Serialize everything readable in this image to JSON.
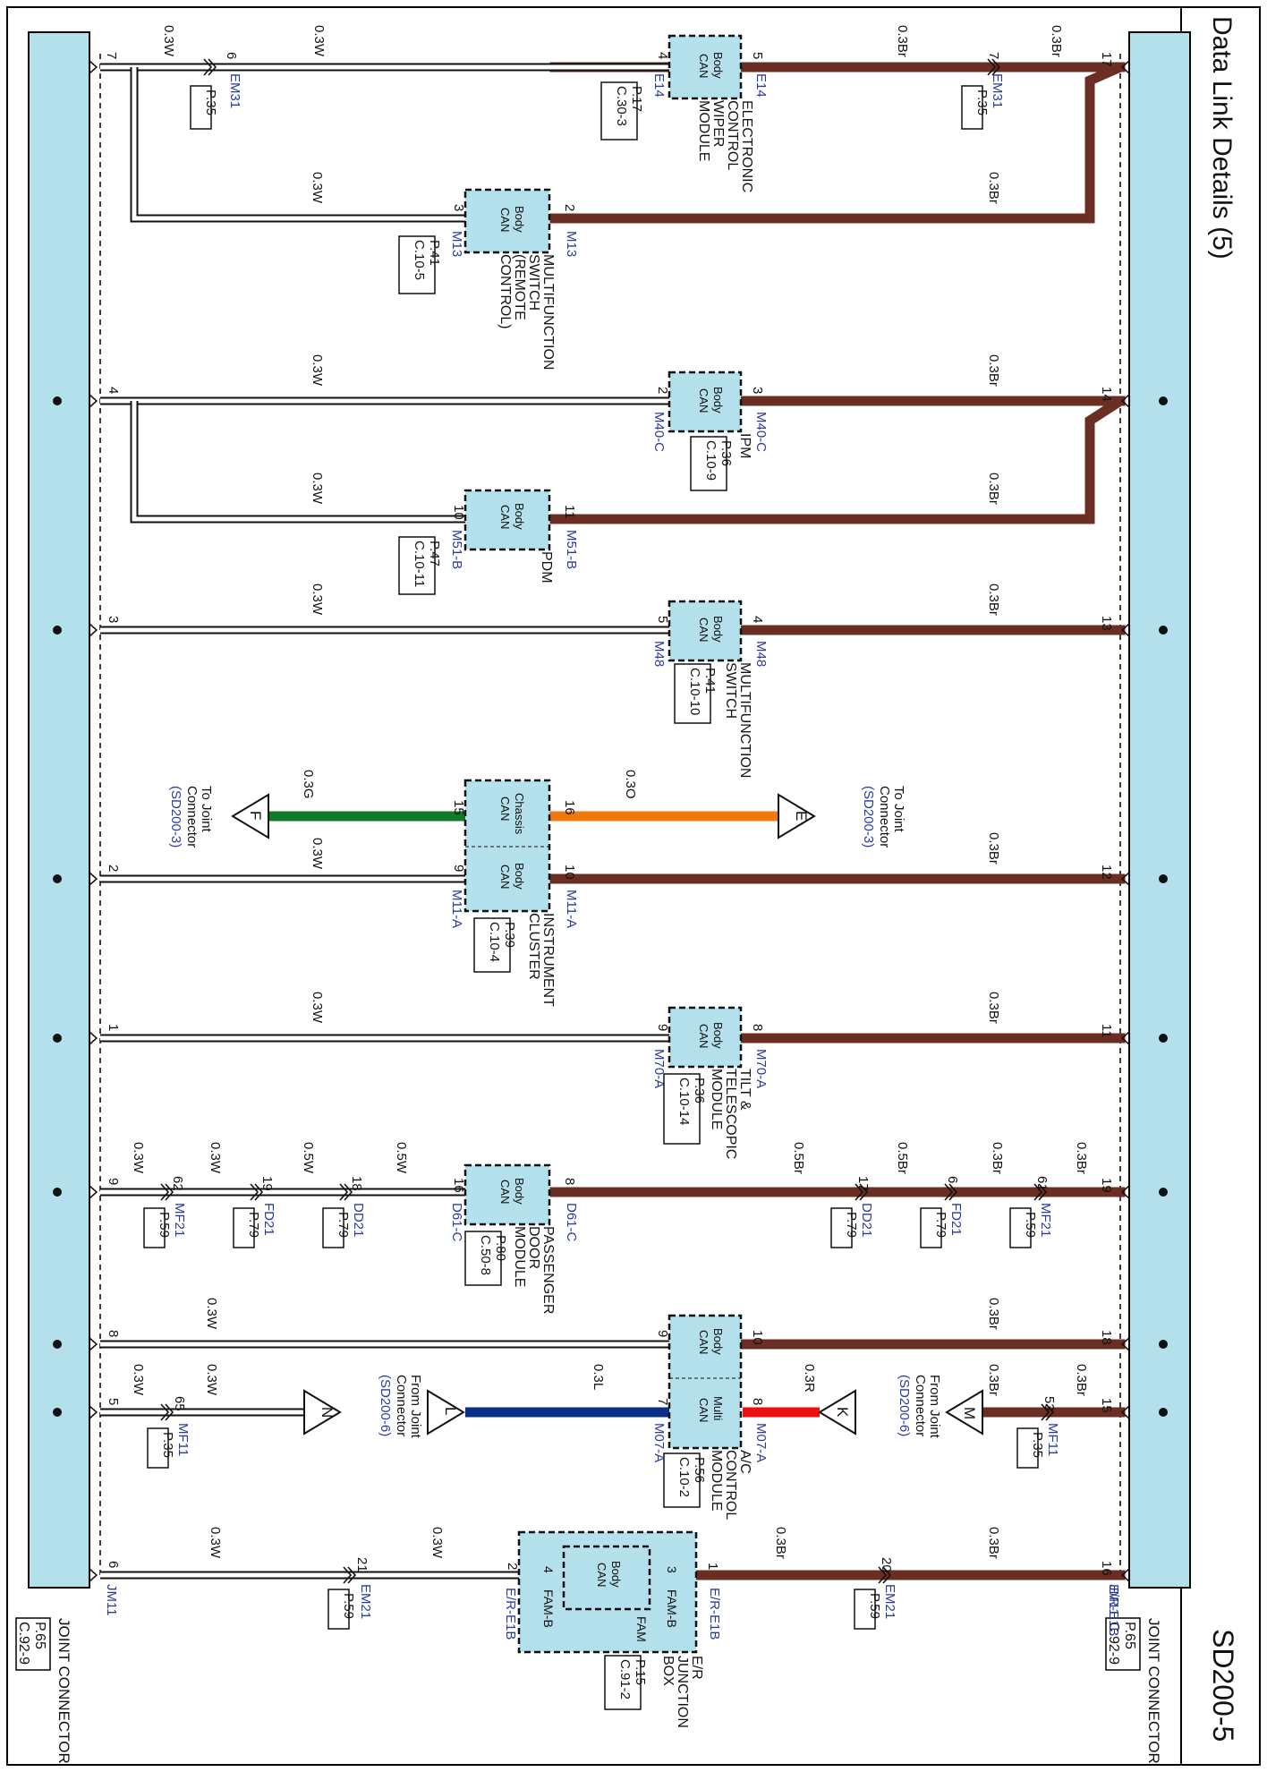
{
  "header": {
    "title": "Data Link Details (5)",
    "page_code": "SD200-5"
  },
  "colors": {
    "brown": "#6b2e22",
    "white_wire": "#ffffff",
    "orange": "#f07a10",
    "green": "#0f7a2a",
    "blue": "#0a2f86",
    "red": "#ee1010",
    "connector_fill": "#b3e0ea",
    "label_blue": "#2a3a9e"
  },
  "joint_connectors": {
    "top": {
      "name": "JM11",
      "label": "JOINT CONNECTOR",
      "page": "P.65",
      "circuit": "C.92-9"
    },
    "bottom": {
      "name": "JM11",
      "label": "JOINT CONNECTOR",
      "page": "P.65",
      "circuit": "C.92-9"
    }
  },
  "columns": [
    {
      "id": "wiper",
      "module": {
        "lines": [
          "ELECTRONIC",
          "CONTROL",
          "WIPER",
          "MODULE"
        ],
        "can": [
          "Body",
          "CAN"
        ],
        "page": "P.17",
        "circuit": "C.30-3"
      },
      "high": {
        "pin": "5",
        "conn": "E14",
        "wire": "0.3Br",
        "mid_pin": "7",
        "mid_conn": "EM31",
        "mid_page": "P.35",
        "jt_pin": "17",
        "wire2": "0.3Br"
      },
      "low": {
        "pin": "4",
        "conn": "E14",
        "wire": "0.3W",
        "mid_pin": "6",
        "mid_conn": "EM31",
        "mid_page": "P.35",
        "jt_pin": "7",
        "wire2": "0.3W"
      }
    },
    {
      "id": "multifunction-remote",
      "module": {
        "lines": [
          "MULTIFUNCTION",
          "SWITCH",
          "(REMOTE",
          "CONTROL)"
        ],
        "can": [
          "Body",
          "CAN"
        ],
        "page": "P.41",
        "circuit": "C.10-5"
      },
      "high": {
        "pin": "2",
        "conn": "M13",
        "wire": "0.3Br"
      },
      "low": {
        "pin": "3",
        "conn": "M13",
        "wire": "0.3W"
      }
    },
    {
      "id": "ipm",
      "module": {
        "lines": [
          "IPM"
        ],
        "can": [
          "Body",
          "CAN"
        ],
        "page": "P.36",
        "circuit": "C.10-9"
      },
      "high": {
        "pin": "3",
        "conn": "M40-C",
        "wire": "0.3Br",
        "jt_pin": "14"
      },
      "low": {
        "pin": "2",
        "conn": "M40-C",
        "wire": "0.3W",
        "jt_pin": "4"
      }
    },
    {
      "id": "pdm",
      "module": {
        "lines": [
          "PDM"
        ],
        "can": [
          "Body",
          "CAN"
        ],
        "page": "P.47",
        "circuit": "C.10-11"
      },
      "high": {
        "pin": "11",
        "conn": "M51-B",
        "wire": "0.3Br"
      },
      "low": {
        "pin": "10",
        "conn": "M51-B",
        "wire": "0.3W"
      }
    },
    {
      "id": "multifunction-switch",
      "module": {
        "lines": [
          "MULTIFUNCTION",
          "SWITCH"
        ],
        "can": [
          "Body",
          "CAN"
        ],
        "page": "P.41",
        "circuit": "C.10-10"
      },
      "high": {
        "pin": "4",
        "conn": "M48",
        "wire": "0.3Br",
        "jt_pin": "13"
      },
      "low": {
        "pin": "5",
        "conn": "M48",
        "wire": "0.3W",
        "jt_pin": "3"
      }
    },
    {
      "id": "instrument-cluster",
      "module": {
        "lines": [
          "INSTRUMENT",
          "CLUSTER"
        ],
        "can": [
          "Body",
          "CAN"
        ],
        "chassis_can": [
          "Chassis",
          "CAN"
        ],
        "page": "P.39",
        "circuit": "C.10-4"
      },
      "high": {
        "pin": "10",
        "conn": "M11-A",
        "wire": "0.3Br",
        "jt_pin": "12"
      },
      "low": {
        "pin": "9",
        "conn": "M11-A",
        "wire": "0.3W",
        "jt_pin": "2"
      },
      "chassis_high": {
        "pin": "16",
        "wire": "0.3O",
        "flag": "E",
        "to": [
          "To Joint",
          "Connector"
        ],
        "ref": "(SD200-3)"
      },
      "chassis_low": {
        "pin": "15",
        "wire": "0.3G",
        "flag": "F",
        "to": [
          "To Joint",
          "Connector"
        ],
        "ref": "(SD200-3)"
      }
    },
    {
      "id": "tilt-telescopic",
      "module": {
        "lines": [
          "TILT &",
          "TELESCOPIC",
          "MODULE"
        ],
        "can": [
          "Body",
          "CAN"
        ],
        "page": "P.36",
        "circuit": "C.10-14"
      },
      "high": {
        "pin": "8",
        "conn": "M70-A",
        "wire": "0.3Br",
        "jt_pin": "11"
      },
      "low": {
        "pin": "9",
        "conn": "M70-A",
        "wire": "0.3W",
        "jt_pin": "1"
      }
    },
    {
      "id": "passenger-door",
      "module": {
        "lines": [
          "PASSENGER",
          "DOOR",
          "MODULE"
        ],
        "can": [
          "Body",
          "CAN"
        ],
        "page": "P.80",
        "circuit": "C.50-8"
      },
      "high": {
        "pin": "8",
        "conn": "D61-C",
        "jt_pin": "19",
        "segments": [
          {
            "wire": "0.5Br",
            "pin": "17",
            "conn": "DD21",
            "page": "P.79"
          },
          {
            "wire": "0.5Br",
            "pin": "6",
            "conn": "FD21",
            "page": "P.79"
          },
          {
            "wire": "0.3Br",
            "pin": "61",
            "conn": "MF21",
            "page": "P.59"
          },
          {
            "wire": "0.3Br"
          }
        ]
      },
      "low": {
        "pin": "16",
        "conn": "D61-C",
        "jt_pin": "9",
        "segments": [
          {
            "wire": "0.5W",
            "pin": "18",
            "conn": "DD21",
            "page": "P.79"
          },
          {
            "wire": "0.5W",
            "pin": "19",
            "conn": "FD21",
            "page": "P.79"
          },
          {
            "wire": "0.3W",
            "pin": "62",
            "conn": "MF21",
            "page": "P.59"
          },
          {
            "wire": "0.3W"
          }
        ]
      }
    },
    {
      "id": "ac-control",
      "module": {
        "lines": [
          "A/C",
          "CONTROL",
          "MODULE"
        ],
        "can": [
          "Body",
          "CAN"
        ],
        "multi_can": [
          "Multi",
          "CAN"
        ],
        "page": "P.56",
        "circuit": "C.10-2"
      },
      "high": {
        "pin": "10",
        "wire": "0.3Br",
        "jt_pin": "18"
      },
      "low": {
        "pin": "9",
        "wire": "0.3W",
        "jt_pin": "8"
      },
      "multi_high": {
        "pin": "8",
        "conn": "M07-A",
        "wire": "0.3R",
        "flag": "K",
        "from": [
          "From Joint",
          "Connector"
        ],
        "ref": "(SD200-6)",
        "jt_wire": "0.3Br",
        "jt_flag": "M",
        "mid_pin": "53",
        "mid_conn": "MF11",
        "mid_page": "P.35",
        "jt_pin": "15",
        "wire2": "0.3Br"
      },
      "multi_low": {
        "pin": "7",
        "conn": "M07-A",
        "wire": "0.3L",
        "flag": "L",
        "from": [
          "From Joint",
          "Connector"
        ],
        "ref": "(SD200-6)",
        "jt_wire": "0.3W",
        "jt_flag": "N",
        "mid_pin": "65",
        "mid_conn": "MF11",
        "mid_page": "P.35",
        "jt_pin": "5",
        "wire2": "0.3W"
      }
    },
    {
      "id": "er-junction",
      "module": {
        "lines": [
          "E/R",
          "JUNCTION",
          "BOX"
        ],
        "can": [
          "Body",
          "CAN"
        ],
        "fam": "FAM",
        "fam_b_high": "FAM-B",
        "fam_b_low": "FAM-B",
        "page": "P.15",
        "circuit": "C.91-2"
      },
      "high": {
        "pin": "1",
        "conn": "E/R-E1B",
        "wire": "0.3Br",
        "inner_pin": "3",
        "mid_pin": "20",
        "mid_conn": "EM21",
        "mid_page": "P.59",
        "jt_pin": "16",
        "wire2": "0.3Br"
      },
      "low": {
        "pin": "2",
        "conn": "E/R-E1B",
        "wire": "0.3W",
        "inner_pin": "4",
        "mid_pin": "21",
        "mid_conn": "EM21",
        "mid_page": "P.59",
        "jt_pin": "6",
        "wire2": "0.3W"
      }
    }
  ]
}
